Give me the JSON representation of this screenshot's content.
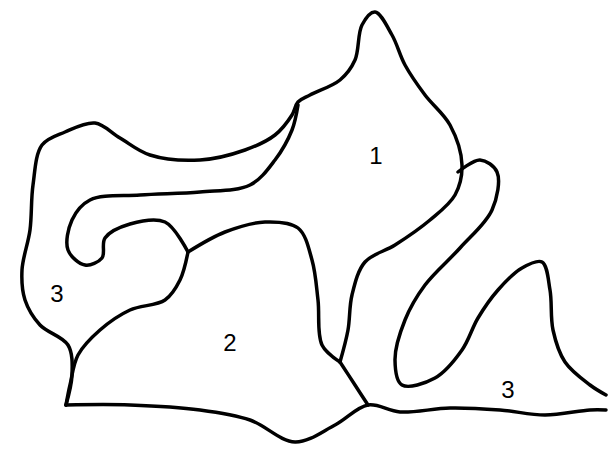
{
  "diagram": {
    "labels": [
      "1",
      "3",
      "2",
      "3"
    ]
  }
}
